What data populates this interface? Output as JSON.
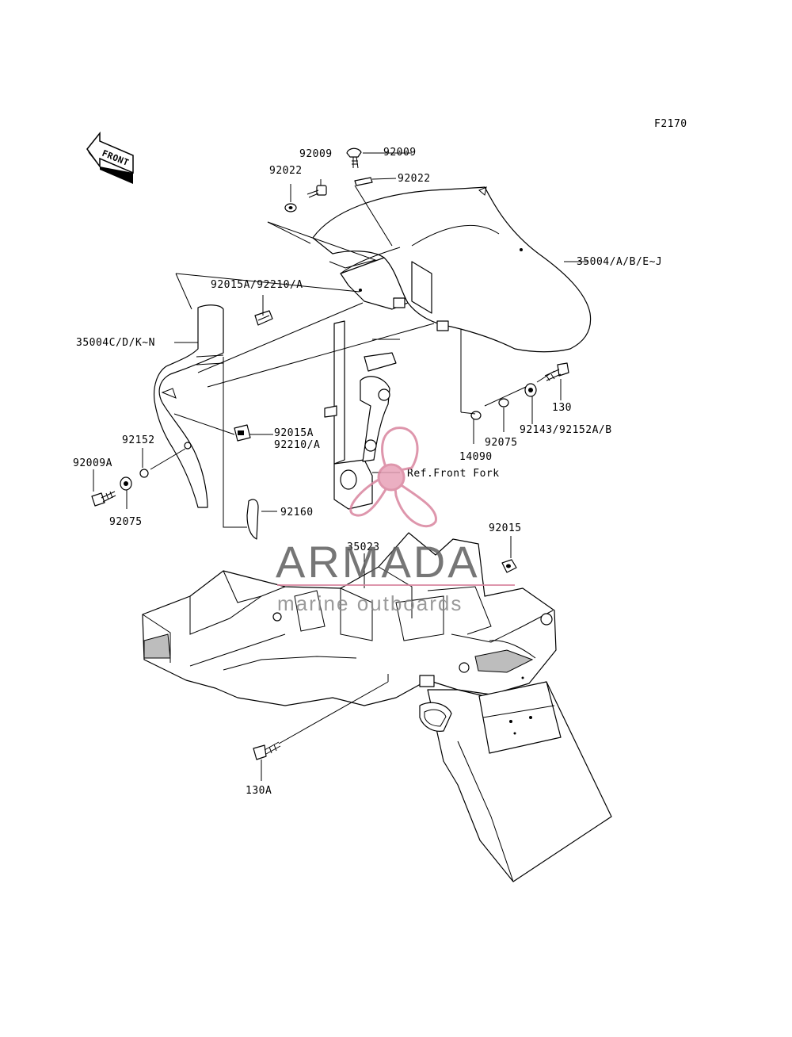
{
  "diagram": {
    "figure_code": "F2170",
    "front_arrow_text": "FRONT",
    "labels": {
      "p92009_top": "92009",
      "p92009_mid": "92009",
      "p92022_left": "92022",
      "p92022_mid": "92022",
      "p35004_front": "35004/A/B/E~J",
      "p92015A_top": "92015A/92210/A",
      "p35004_rear": "35004C/D/K~N",
      "p130": "130",
      "p92143": "92143/92152A/B",
      "p92075_right": "92075",
      "p14090": "14090",
      "p92015A_mid": "92015A",
      "p92210A_mid": "92210/A",
      "p92152": "92152",
      "p92009A": "92009A",
      "p92075_left": "92075",
      "ref_front_fork": "Ref.Front Fork",
      "p92160": "92160",
      "p92015": "92015",
      "p35023": "35023",
      "p130A": "130A"
    }
  },
  "watermark": {
    "brand": "ARMADA",
    "tagline": "marine outboards",
    "colors": {
      "accent": "#d9849e",
      "text": "#6e6e6e"
    }
  }
}
